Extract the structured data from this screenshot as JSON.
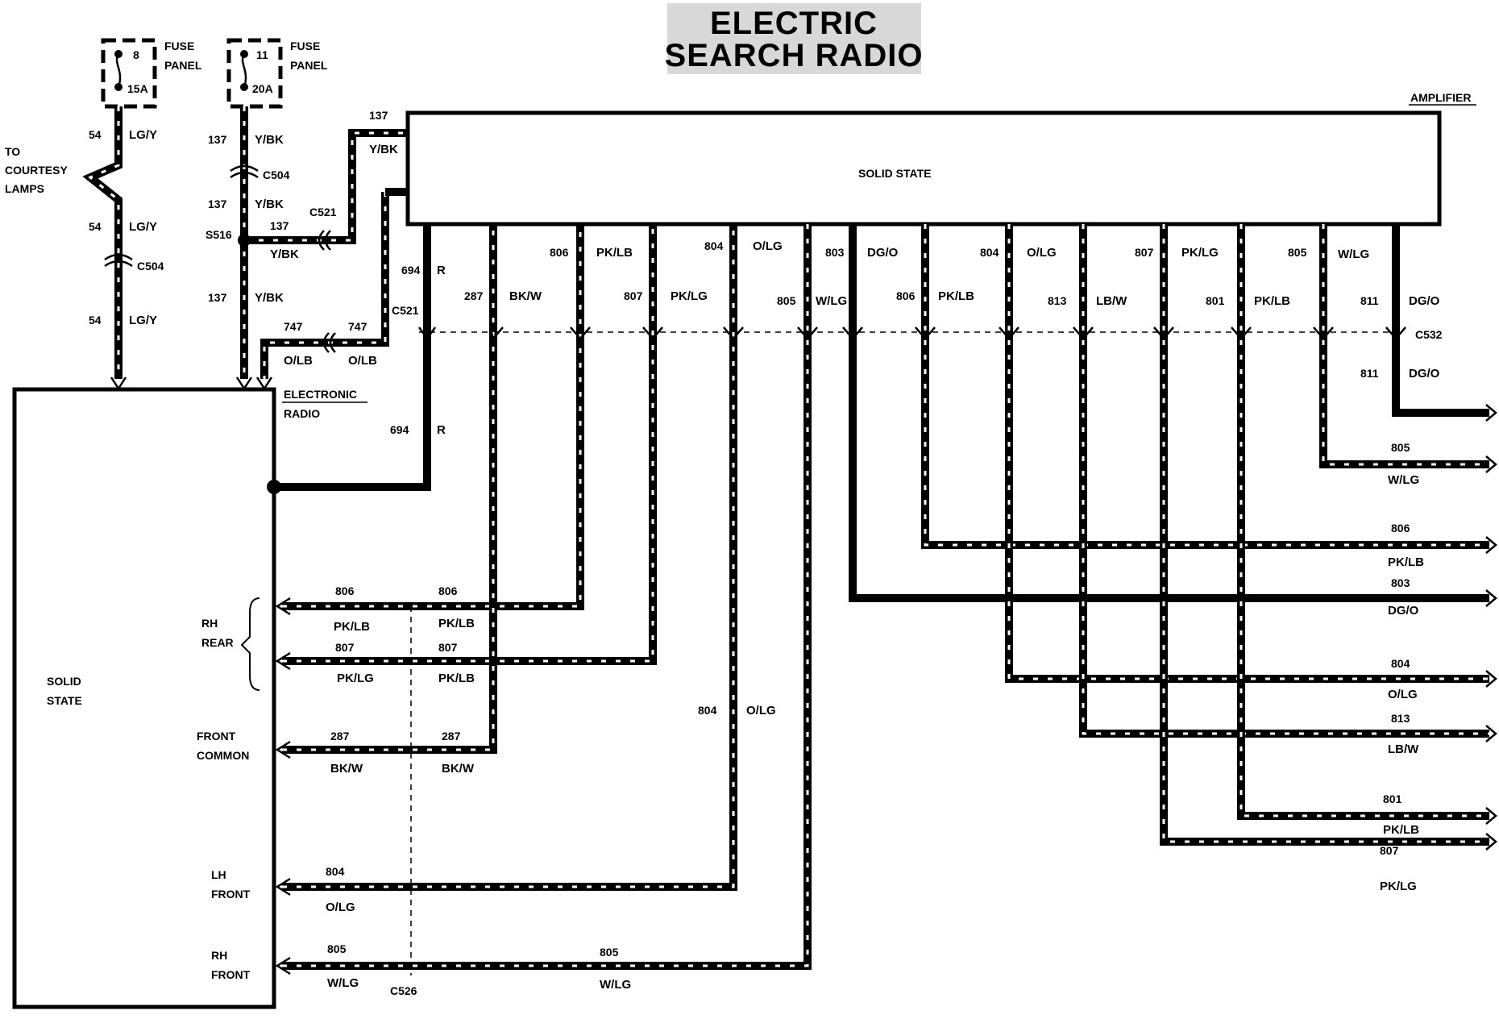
{
  "title": {
    "line1": "ELECTRIC",
    "line2": "SEARCH RADIO"
  },
  "amplifier": {
    "label": "AMPLIFIER",
    "body": "SOLID STATE"
  },
  "radio": {
    "label_line1": "ELECTRONIC",
    "label_line2": "RADIO",
    "body_line1": "SOLID",
    "body_line2": "STATE"
  },
  "fuse_panels": [
    {
      "number": "8",
      "rating": "15A",
      "label_line1": "FUSE",
      "label_line2": "PANEL"
    },
    {
      "number": "11",
      "rating": "20A",
      "label_line1": "FUSE",
      "label_line2": "PANEL"
    }
  ],
  "courtesy": {
    "line1": "TO",
    "line2": "COURTESY",
    "line3": "LAMPS"
  },
  "connectors": {
    "c504": "C504",
    "c521": "C521",
    "c532": "C532",
    "c526": "C526",
    "s516": "S516"
  },
  "speakers": {
    "rh_rear_1": "RH",
    "rh_rear_2": "REAR",
    "front_common_1": "FRONT",
    "front_common_2": "COMMON",
    "lh_front_1": "LH",
    "lh_front_2": "FRONT",
    "rh_front_1": "RH",
    "rh_front_2": "FRONT"
  },
  "wires": {
    "w54": "54",
    "lgy": "LG/Y",
    "w137": "137",
    "ybk": "Y/BK",
    "w694": "694",
    "r": "R",
    "w747": "747",
    "olb": "O/LB",
    "w287": "287",
    "bkw": "BK/W",
    "w806": "806",
    "pklb": "PK/LB",
    "w807": "807",
    "pklg": "PK/LG",
    "w804": "804",
    "olg": "O/LG",
    "w803": "803",
    "dgo": "DG/O",
    "w805": "805",
    "wlg": "W/LG",
    "w813": "813",
    "lbw": "LB/W",
    "w801": "801",
    "w811": "811"
  }
}
